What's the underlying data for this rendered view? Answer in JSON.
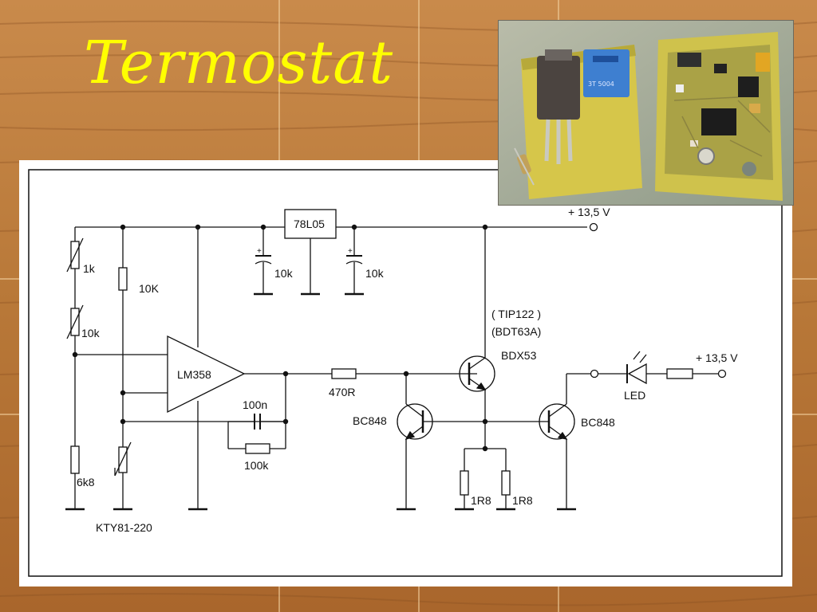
{
  "slide": {
    "title": "Termostat"
  },
  "colors": {
    "title": "#ffff00",
    "wood_light": "#c98a4b",
    "wood_dark": "#8a4f22",
    "schematic_line": "#111111"
  },
  "schematic": {
    "labels": {
      "r1": "1k",
      "r2": "10k",
      "r3": "6k8",
      "r4": "10K",
      "sensor": "KTY81-220",
      "opamp": "LM358",
      "regulator": "78L05",
      "c1": "10k",
      "c2": "10k",
      "cap_feedback": "100n",
      "res_feedback": "100k",
      "res_base": "470R",
      "transistor_alt1": "( TIP122 )",
      "transistor_alt2": "(BDT63A)",
      "transistor_power": "BDX53",
      "transistor_q2": "BC848",
      "transistor_q3": "BC848",
      "shunt1": "1R8",
      "shunt2": "1R8",
      "supply1": "+ 13,5 V",
      "supply2": "+ 13,5 V",
      "led": "LED"
    }
  }
}
